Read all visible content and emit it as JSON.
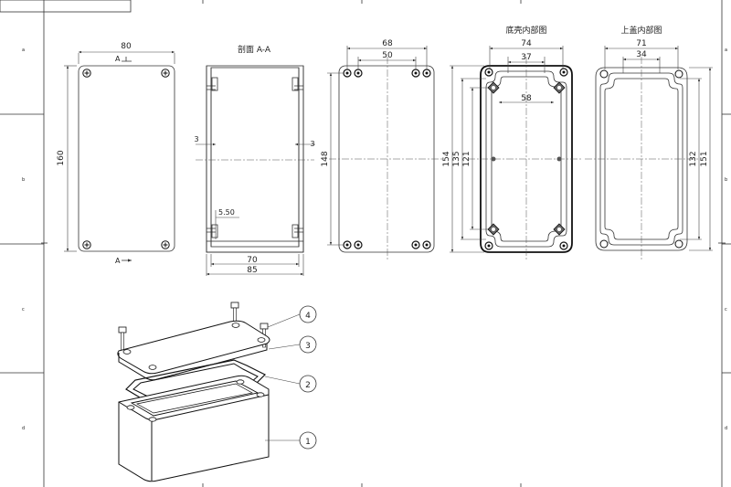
{
  "views": {
    "top": {
      "width": "80",
      "height": "160",
      "section_mark": "A"
    },
    "section": {
      "title": "剖面 A-A",
      "wall_left": "3",
      "wall_right": "3",
      "step": "5.50",
      "inner_width": "70",
      "outer_width": "85"
    },
    "bottom": {
      "width_outer": "68",
      "width_inner": "50",
      "height": "148"
    },
    "base_inside": {
      "title": "底壳内部图",
      "width_outer": "74",
      "width_inner": "37",
      "pitch": "58",
      "height_outer": "154",
      "height_mid": "135",
      "height_inner": "121"
    },
    "lid_inside": {
      "title": "上盖内部图",
      "width_outer": "71",
      "width_inner": "34",
      "height_inner": "132",
      "height_outer": "151"
    }
  },
  "callouts": [
    "4",
    "3",
    "2",
    "1"
  ],
  "frame": {
    "zone_letters": [
      "a",
      "b",
      "c",
      "d"
    ]
  }
}
